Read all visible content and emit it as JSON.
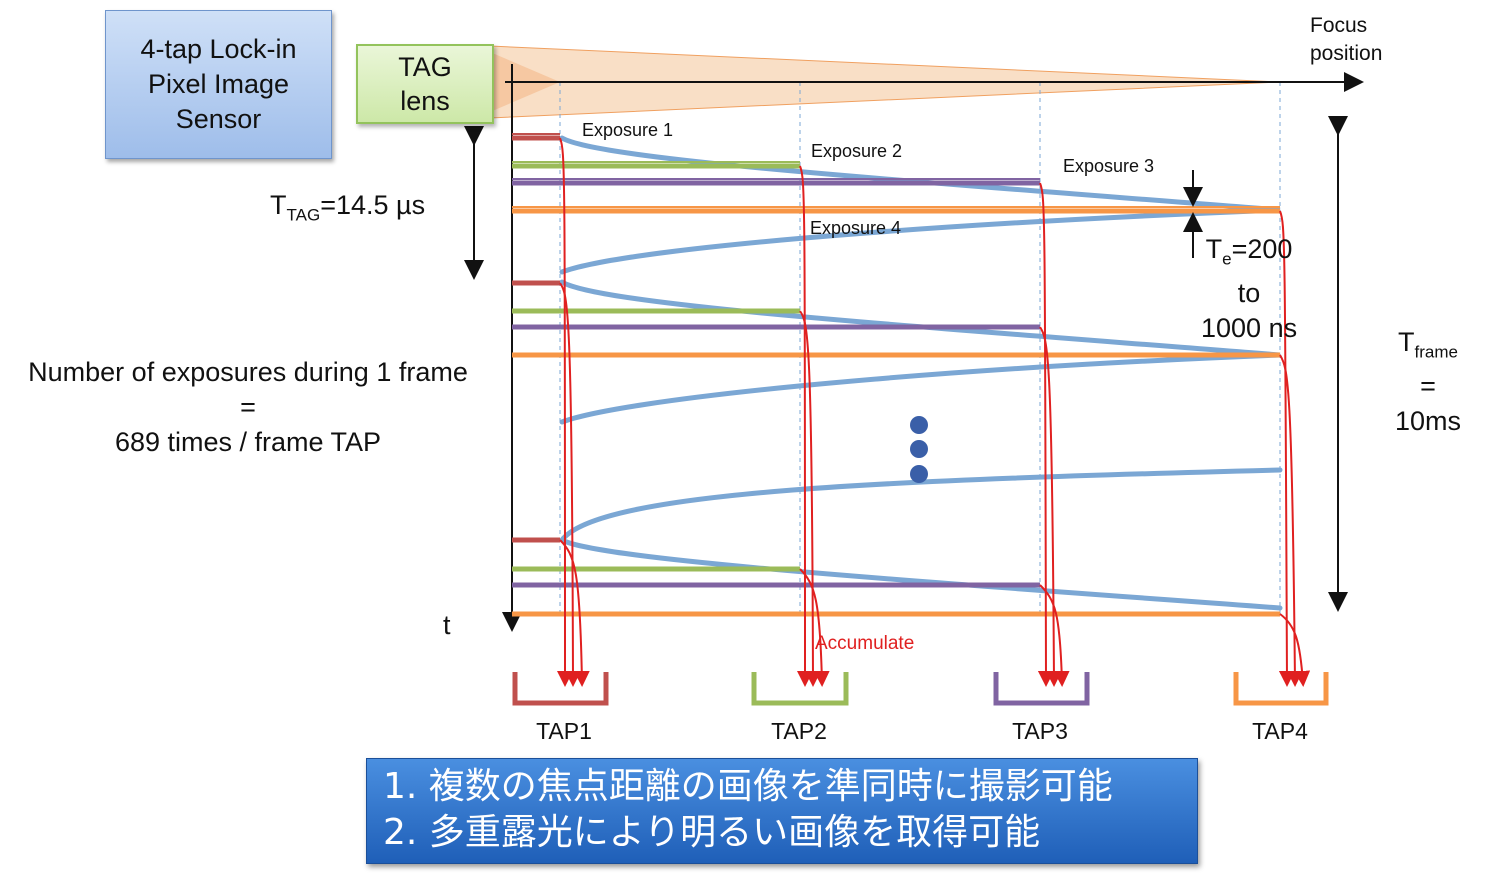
{
  "sensor_label": "4-tap Lock-in\nPixel Image\nSensor",
  "lens_label": "TAG\nlens",
  "focus_axis_label": "Focus\nposition",
  "time_axis_label": "t",
  "ttag": {
    "symbol": "T",
    "sub": "TAG",
    "value": "=14.5 µs"
  },
  "te": {
    "symbol": "T",
    "sub": "e",
    "line1": "=200",
    "line2": "to",
    "line3": "1000 ns"
  },
  "tframe": {
    "symbol": "T",
    "sub": "frame",
    "line2": "=",
    "line3": "10ms"
  },
  "exposures_label": {
    "line1": "Number of exposures during 1 frame",
    "line2": "=",
    "line3": "689 times / frame TAP"
  },
  "exposure_labels": [
    "Exposure 1",
    "Exposure 2",
    "Exposure 3",
    "Exposure 4"
  ],
  "accumulate_label": "Accumulate",
  "taps": [
    "TAP1",
    "TAP2",
    "TAP3",
    "TAP4"
  ],
  "summary": {
    "line1": "1.  複数の焦点距離の画像を準同時に撮影可能",
    "line2": "2.  多重露光により明るい画像を取得可能"
  },
  "colors": {
    "tap1": "#c0504d",
    "tap2": "#9bbb59",
    "tap3": "#8064a2",
    "tap4": "#f79646",
    "focus_curve": "#7ba7d4",
    "accumulate": "#e02020",
    "dots": "#3a5fa8"
  }
}
